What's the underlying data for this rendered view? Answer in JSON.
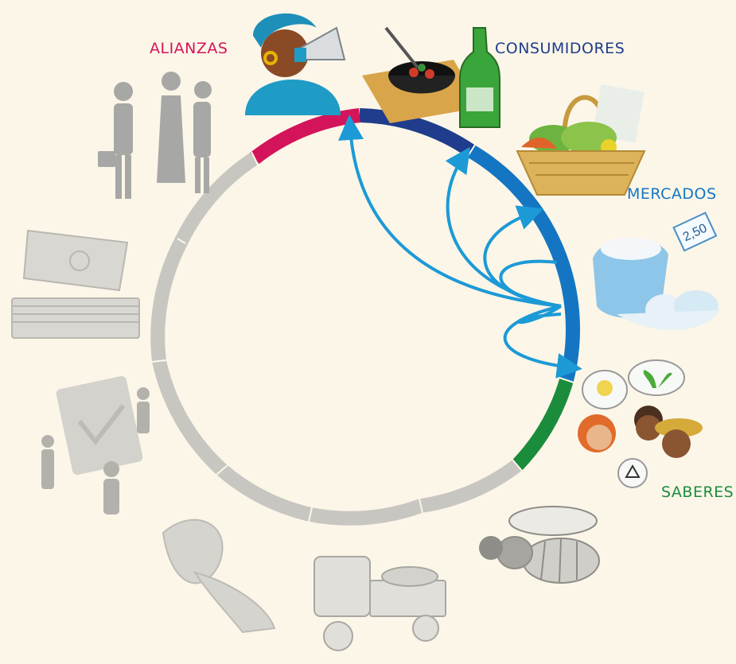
{
  "labels": {
    "alianzas": "ALIANZAS",
    "consumidores": "CONSUMIDORES",
    "mercados": "MERCADOS",
    "saberes": "SABERES"
  },
  "colors": {
    "background": "#fcf6e8",
    "ring_grey": "#c8c6c1",
    "alianzas": "#d3145a",
    "consumidores": "#1f3d8c",
    "mercados": "#1476c2",
    "flow": "#1c9ad6",
    "saberes": "#1b8c3c",
    "faded_illustration": "#a7a7a5"
  },
  "icons": [
    "business-people-icon",
    "banknotes-icon",
    "certification-people-icon",
    "leafy-vegetable-hand-icon",
    "three-wheeler-truck-icon",
    "bee-icon",
    "woman-megaphone-icon",
    "food-bowl-bottle-icon",
    "vegetable-basket-icon",
    "flour-eggs-price-tag-icon",
    "people-ideas-recycle-icon"
  ]
}
